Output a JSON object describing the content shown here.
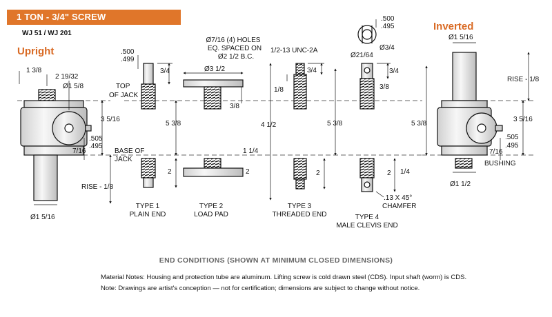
{
  "header": {
    "title": "1 TON - 3/4\" SCREW",
    "model": "WJ 51 / WJ 201"
  },
  "views": {
    "upright": "Upright",
    "inverted": "Inverted"
  },
  "upright": {
    "d_1_3_8": "1 3/8",
    "d_2_19_32": "2 19/32",
    "d_1_5_8": "Ø1 5/8",
    "top_of_jack_1": "TOP",
    "top_of_jack_2": "OF JACK",
    "d_3_5_16": "3 5/16",
    "d_505": ".505",
    "d_495": ".495",
    "d_7_16": "7/16",
    "base_1": "BASE OF",
    "base_2": "JACK",
    "rise": "RISE - 1/8",
    "d_1_5_16": "Ø1 5/16"
  },
  "type1": {
    "d_500": ".500",
    "d_499": ".499",
    "d_3_4": "3/4",
    "d_5_3_8": "5 3/8",
    "d_2": "2",
    "label1": "TYPE 1",
    "label2": "PLAIN END"
  },
  "type2": {
    "holes1": "Ø7/16 (4) HOLES",
    "holes2": "EQ. SPACED ON",
    "holes3": "Ø2 1/2 B.C.",
    "d_3_1_2": "Ø3 1/2",
    "d_3_8": "3/8",
    "d_4_1_2": "4 1/2",
    "d_1_1_4": "1 1/4",
    "d_2": "2",
    "label1": "TYPE 2",
    "label2": "LOAD PAD"
  },
  "type3": {
    "thread": "1/2-13 UNC-2A",
    "d_3_4": "3/4",
    "d_1_8": "1/8",
    "d_5_3_8": "5 3/8",
    "d_2": "2",
    "label1": "TYPE 3",
    "label2": "THREADED END"
  },
  "type4": {
    "d_500": ".500",
    "d_495": ".495",
    "d_3_4_dia": "Ø3/4",
    "d_21_64": "Ø21/64",
    "d_3_4": "3/4",
    "d_3_8": "3/8",
    "d_5_3_8": "5 3/8",
    "d_2": "2",
    "d_1_4": "1/4",
    "chamfer1": ".13 X 45°",
    "chamfer2": "CHAMFER",
    "label1": "TYPE 4",
    "label2": "MALE CLEVIS END"
  },
  "inverted": {
    "d_1_5_16": "Ø1 5/16",
    "rise": "RISE - 1/8",
    "d_3_5_16": "3 5/16",
    "d_505": ".505",
    "d_495": ".495",
    "d_7_16": "7/16",
    "bushing": "BUSHING",
    "d_1_1_2": "Ø1 1/2"
  },
  "caption": "END CONDITIONS (SHOWN AT MINIMUM CLOSED DIMENSIONS)",
  "notes": {
    "material": "Material Notes: Housing and protection tube are aluminum. Lifting screw is cold drawn steel (CDS). Input shaft (worm) is CDS.",
    "drawing": "Note: Drawings are artist's conception — not for certification; dimensions are subject to change without notice."
  },
  "colors": {
    "accent": "#e0762a",
    "orient": "#d96a24",
    "caption": "#666666"
  }
}
